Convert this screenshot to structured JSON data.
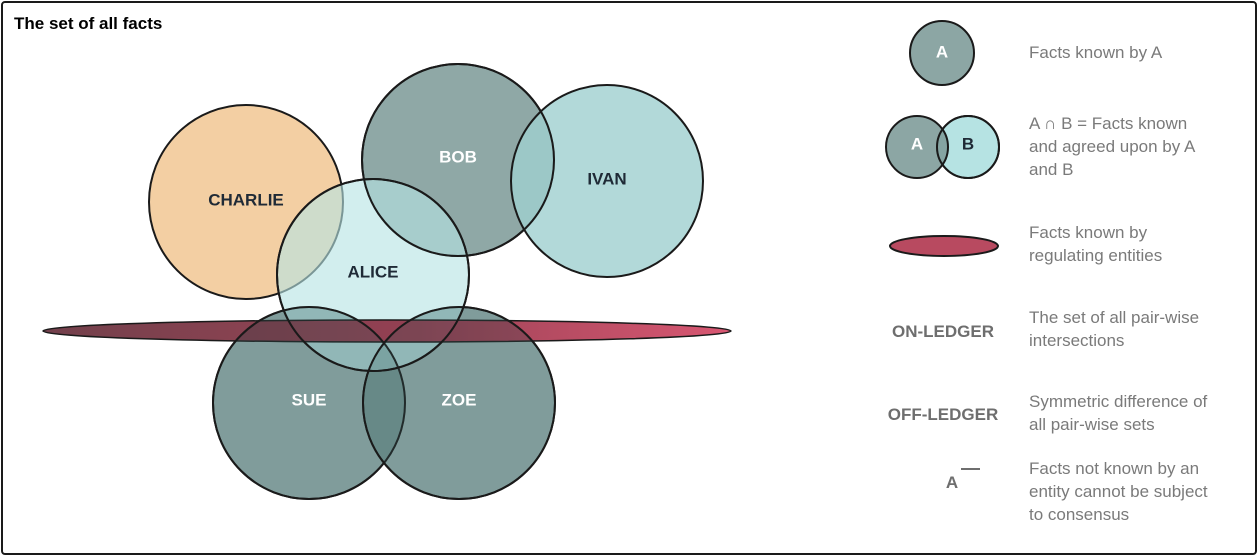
{
  "title": "The set of all facts",
  "colors": {
    "dark_teal": "#7f9c9a",
    "light_teal": "#9fcfd0",
    "alice_fill": "#b6e3e3",
    "orange": "#f3cfa3",
    "ledger_red": "#b8324f",
    "outline": "#1a1a1a",
    "legend_text": "#7a7a7a"
  },
  "circles": {
    "charlie": "CHARLIE",
    "bob": "BOB",
    "ivan": "IVAN",
    "alice": "ALICE",
    "sue": "SUE",
    "zoe": "ZOE"
  },
  "legend": {
    "single_circle_label": "A",
    "single_text": "Facts known by A",
    "pair_a_label": "A",
    "pair_b_label": "B",
    "pair_text_1": "A ∩ B = Facts known",
    "pair_text_2": "and agreed upon by A",
    "pair_text_3": "and B",
    "ellipse_text_1": "Facts known by",
    "ellipse_text_2": "regulating entities",
    "on_ledger_term": "ON-LEDGER",
    "on_ledger_text_1": "The set of all pair-wise",
    "on_ledger_text_2": "intersections",
    "off_ledger_term": "OFF-LEDGER",
    "off_ledger_text_1": "Symmetric difference of",
    "off_ledger_text_2": "all pair-wise sets",
    "complement_term": "A",
    "complement_text_1": "Facts not known by an",
    "complement_text_2": "entity cannot be subject",
    "complement_text_3": "to consensus"
  }
}
